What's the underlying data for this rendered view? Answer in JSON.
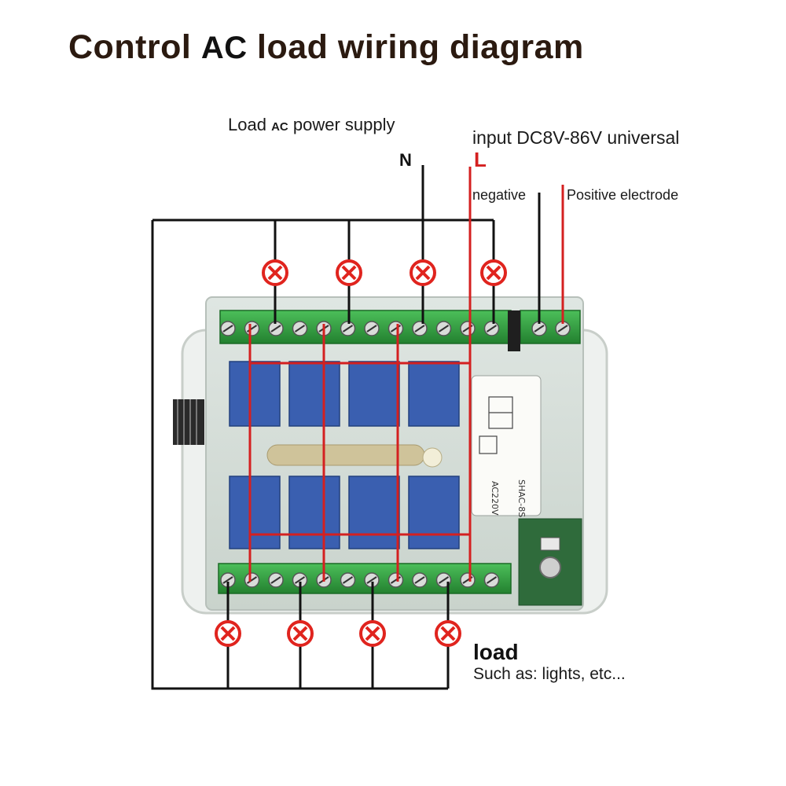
{
  "title": {
    "control": "Control",
    "ac": "AC",
    "rest": "load wiring diagram"
  },
  "supply": {
    "load": "Load",
    "ac": "AC",
    "rest": "power supply",
    "neutral": "N",
    "live": "L"
  },
  "input": {
    "label": "input DC8V-86V universal",
    "negative": "negative",
    "positive": "Positive electrode"
  },
  "load": {
    "title": "load",
    "subtitle": "Such as: lights, etc..."
  },
  "module_label": {
    "model": "SHAC-8S",
    "voltage": "AC220V"
  },
  "colors": {
    "live_wire": "#d42020",
    "neutral_wire": "#111111",
    "terminal_green": "#2e9e3e",
    "relay_blue": "#3a5fb0",
    "lamp_red": "#e0241e"
  }
}
